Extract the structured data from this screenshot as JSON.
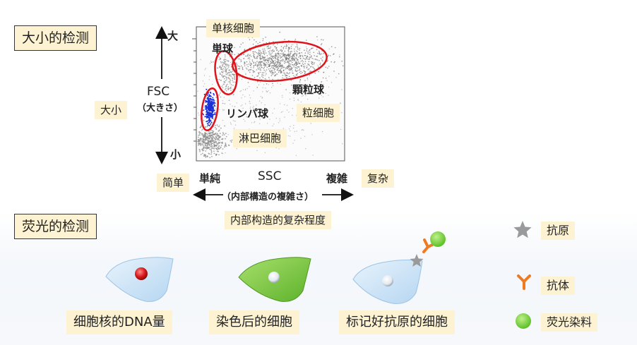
{
  "sections": {
    "size_title": "大小的检测",
    "fluor_title": "荧光的检测"
  },
  "plot": {
    "y_axis": {
      "label": "FSC",
      "label_sub": "（大きさ）",
      "top": "大",
      "bottom": "小",
      "cn_label": "大小"
    },
    "x_axis": {
      "label": "SSC",
      "label_sub": "（内部構造の複雑さ）",
      "left": "単純",
      "right": "複雑",
      "cn_left": "简单",
      "cn_right": "复杂",
      "cn_label": "内部构造的复杂程度"
    },
    "populations": {
      "monocyte": {
        "jp": "単球",
        "cn": "单核细胞"
      },
      "granulocyte": {
        "jp": "顆粒球",
        "cn": "粒细胞"
      },
      "lymphocyte": {
        "jp": "リンパ球",
        "cn": "淋巴细胞"
      }
    }
  },
  "cells": [
    {
      "label": "细胞核的DNA量",
      "body_color": "#cfe6f8",
      "nucleus_color": "#d81a1a"
    },
    {
      "label": "染色后的细胞",
      "body_color": "#7ccb3d",
      "nucleus_color": "#eef3f7"
    },
    {
      "label": "标记好抗原的细胞",
      "body_color": "#cfe6f8",
      "nucleus_color": "#eef3f7"
    }
  ],
  "legend": [
    {
      "label": "抗原",
      "icon": "star-icon",
      "color": "#9a9a9a"
    },
    {
      "label": "抗体",
      "icon": "antibody-y-icon",
      "color": "#f07a22"
    },
    {
      "label": "荧光染料",
      "icon": "dot-icon",
      "color": "#7bd23e"
    }
  ],
  "colors": {
    "gate": "#e0121a",
    "lymph_dots": "#1a2fd6",
    "box_bg": "#fdf3d2"
  }
}
